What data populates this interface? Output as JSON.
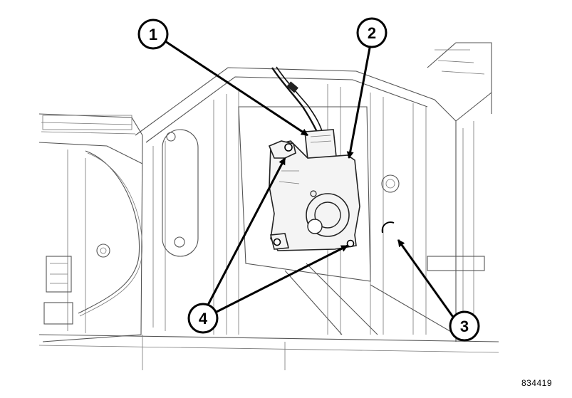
{
  "callouts": [
    {
      "id": "1",
      "label": "1"
    },
    {
      "id": "2",
      "label": "2"
    },
    {
      "id": "3",
      "label": "3"
    },
    {
      "id": "4",
      "label": "4"
    }
  ],
  "figure_id": "834419",
  "colors": {
    "line": "#555555",
    "ink": "#000000",
    "background": "#ffffff"
  }
}
